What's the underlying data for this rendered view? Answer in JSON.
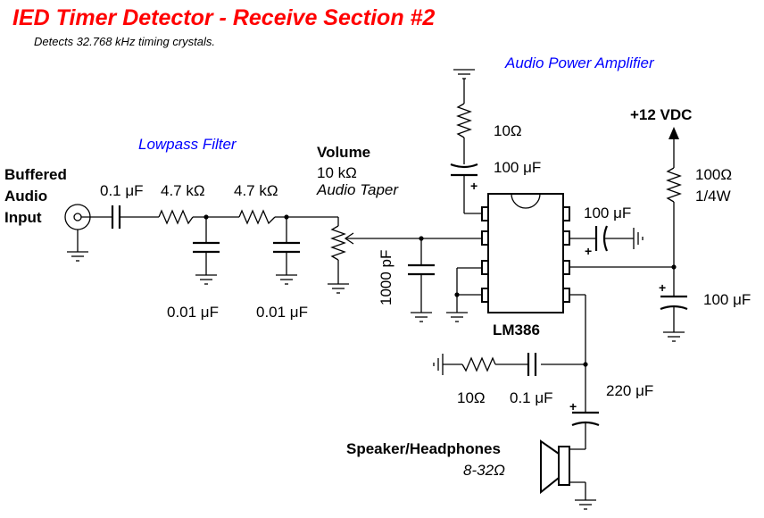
{
  "title": "IED Timer Detector - Receive Section #2",
  "subtitle": "Detects 32.768 kHz timing crystals.",
  "sections": {
    "lowpass": "Lowpass Filter",
    "amplifier": "Audio Power Amplifier"
  },
  "input": {
    "line1": "Buffered",
    "line2": "Audio",
    "line3": "Input"
  },
  "components": {
    "c_input": "0.1 μF",
    "r1": "4.7 kΩ",
    "r2": "4.7 kΩ",
    "c_filter1": "0.01 μF",
    "c_filter2": "0.01 μF",
    "volume_title": "Volume",
    "volume_value": "10 kΩ",
    "volume_taper": "Audio Taper",
    "c_1000p": "1000 pF",
    "r_top": "10Ω",
    "c_top": "100 μF",
    "c_bypass": "100 μF",
    "supply": "+12 VDC",
    "r_supply": "100Ω",
    "r_supply_power": "1/4W",
    "c_supply": "100 μF",
    "ic": "LM386",
    "r_zobel": "10Ω",
    "c_zobel": "0.1 μF",
    "c_output": "220 μF",
    "speaker_title": "Speaker/Headphones",
    "speaker_value": "8-32Ω"
  },
  "polarity": "+"
}
